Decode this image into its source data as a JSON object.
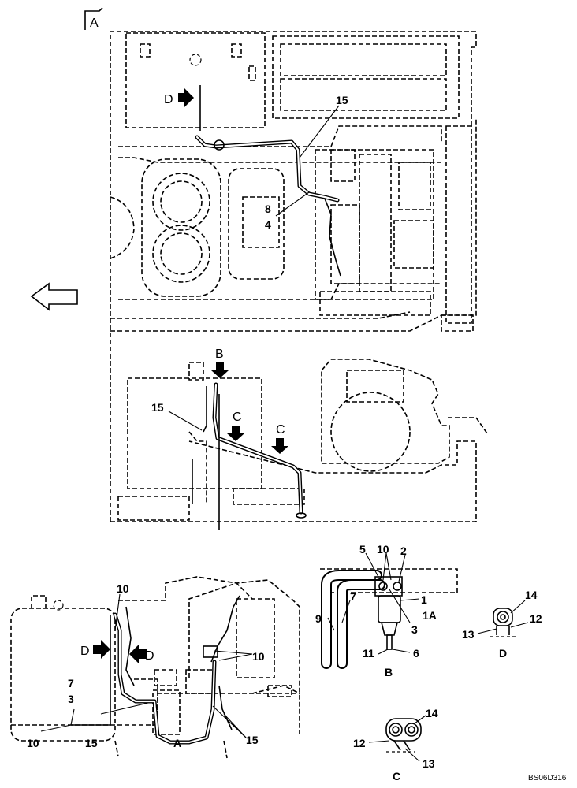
{
  "drawing_id": "BS06D316",
  "section_marks": {
    "section_a": "A",
    "view_b": "B",
    "view_c": "C",
    "view_d": "D"
  },
  "top_view": {
    "label_15": "15",
    "label_8": "8",
    "label_4": "4",
    "arrow_d": "D"
  },
  "side_view": {
    "arrow_b": "B",
    "label_15": "15",
    "arrow_c1": "C",
    "arrow_c2": "C"
  },
  "section_a_view": {
    "label_10_top": "10",
    "label_d_left": "D",
    "label_d_right": "D",
    "label_7": "7",
    "label_3": "3",
    "label_10_bottom": "10",
    "label_15_bottom_left": "15",
    "label_caption": "A",
    "label_10_right": "10",
    "label_15_right": "15"
  },
  "detail_b": {
    "label_5": "5",
    "label_10": "10",
    "label_2": "2",
    "label_1": "1",
    "label_1a": "1A",
    "label_3": "3",
    "label_9": "9",
    "label_7": "7",
    "label_11": "11",
    "label_6": "6",
    "caption": "B"
  },
  "detail_c": {
    "label_14": "14",
    "label_12": "12",
    "label_13": "13",
    "caption": "C"
  },
  "detail_d": {
    "label_14": "14",
    "label_12": "12",
    "label_13": "13",
    "caption": "D"
  }
}
